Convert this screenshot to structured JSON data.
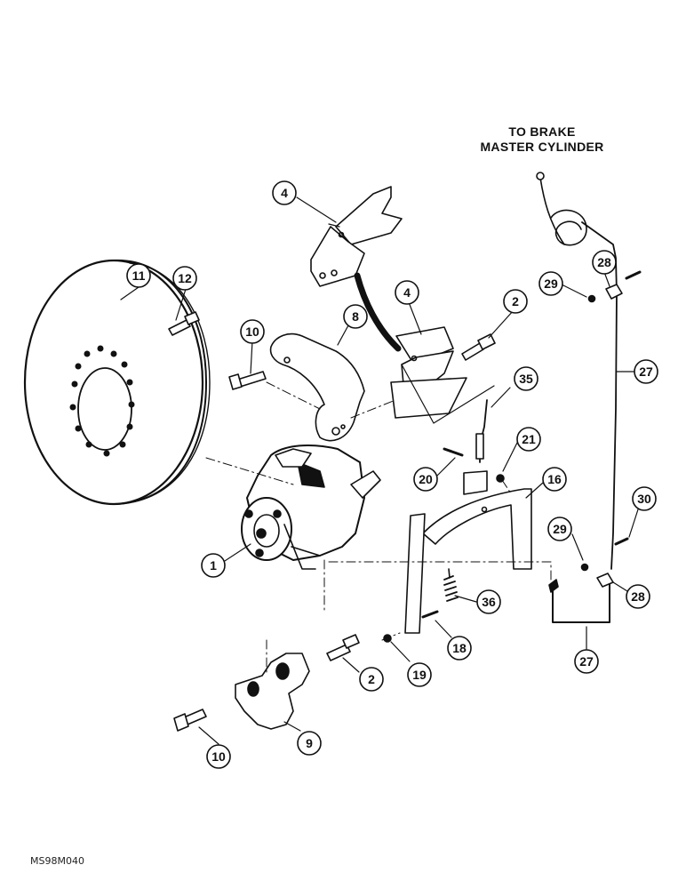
{
  "header": {
    "line1": "TO BRAKE",
    "line2": "MASTER CYLINDER"
  },
  "figure_id": "MS98M040",
  "callouts": [
    {
      "id": "c4a",
      "label": "4"
    },
    {
      "id": "c4b",
      "label": "4"
    },
    {
      "id": "c2a",
      "label": "2"
    },
    {
      "id": "c11",
      "label": "11"
    },
    {
      "id": "c12",
      "label": "12"
    },
    {
      "id": "c10a",
      "label": "10"
    },
    {
      "id": "c8",
      "label": "8"
    },
    {
      "id": "c35",
      "label": "35"
    },
    {
      "id": "c28a",
      "label": "28"
    },
    {
      "id": "c29a",
      "label": "29"
    },
    {
      "id": "c27a",
      "label": "27"
    },
    {
      "id": "c21",
      "label": "21"
    },
    {
      "id": "c20",
      "label": "20"
    },
    {
      "id": "c16",
      "label": "16"
    },
    {
      "id": "c30",
      "label": "30"
    },
    {
      "id": "c29b",
      "label": "29"
    },
    {
      "id": "c28b",
      "label": "28"
    },
    {
      "id": "c1",
      "label": "1"
    },
    {
      "id": "c36",
      "label": "36"
    },
    {
      "id": "c18",
      "label": "18"
    },
    {
      "id": "c27b",
      "label": "27"
    },
    {
      "id": "c2b",
      "label": "2"
    },
    {
      "id": "c19",
      "label": "19"
    },
    {
      "id": "c9",
      "label": "9"
    },
    {
      "id": "c10b",
      "label": "10"
    }
  ]
}
